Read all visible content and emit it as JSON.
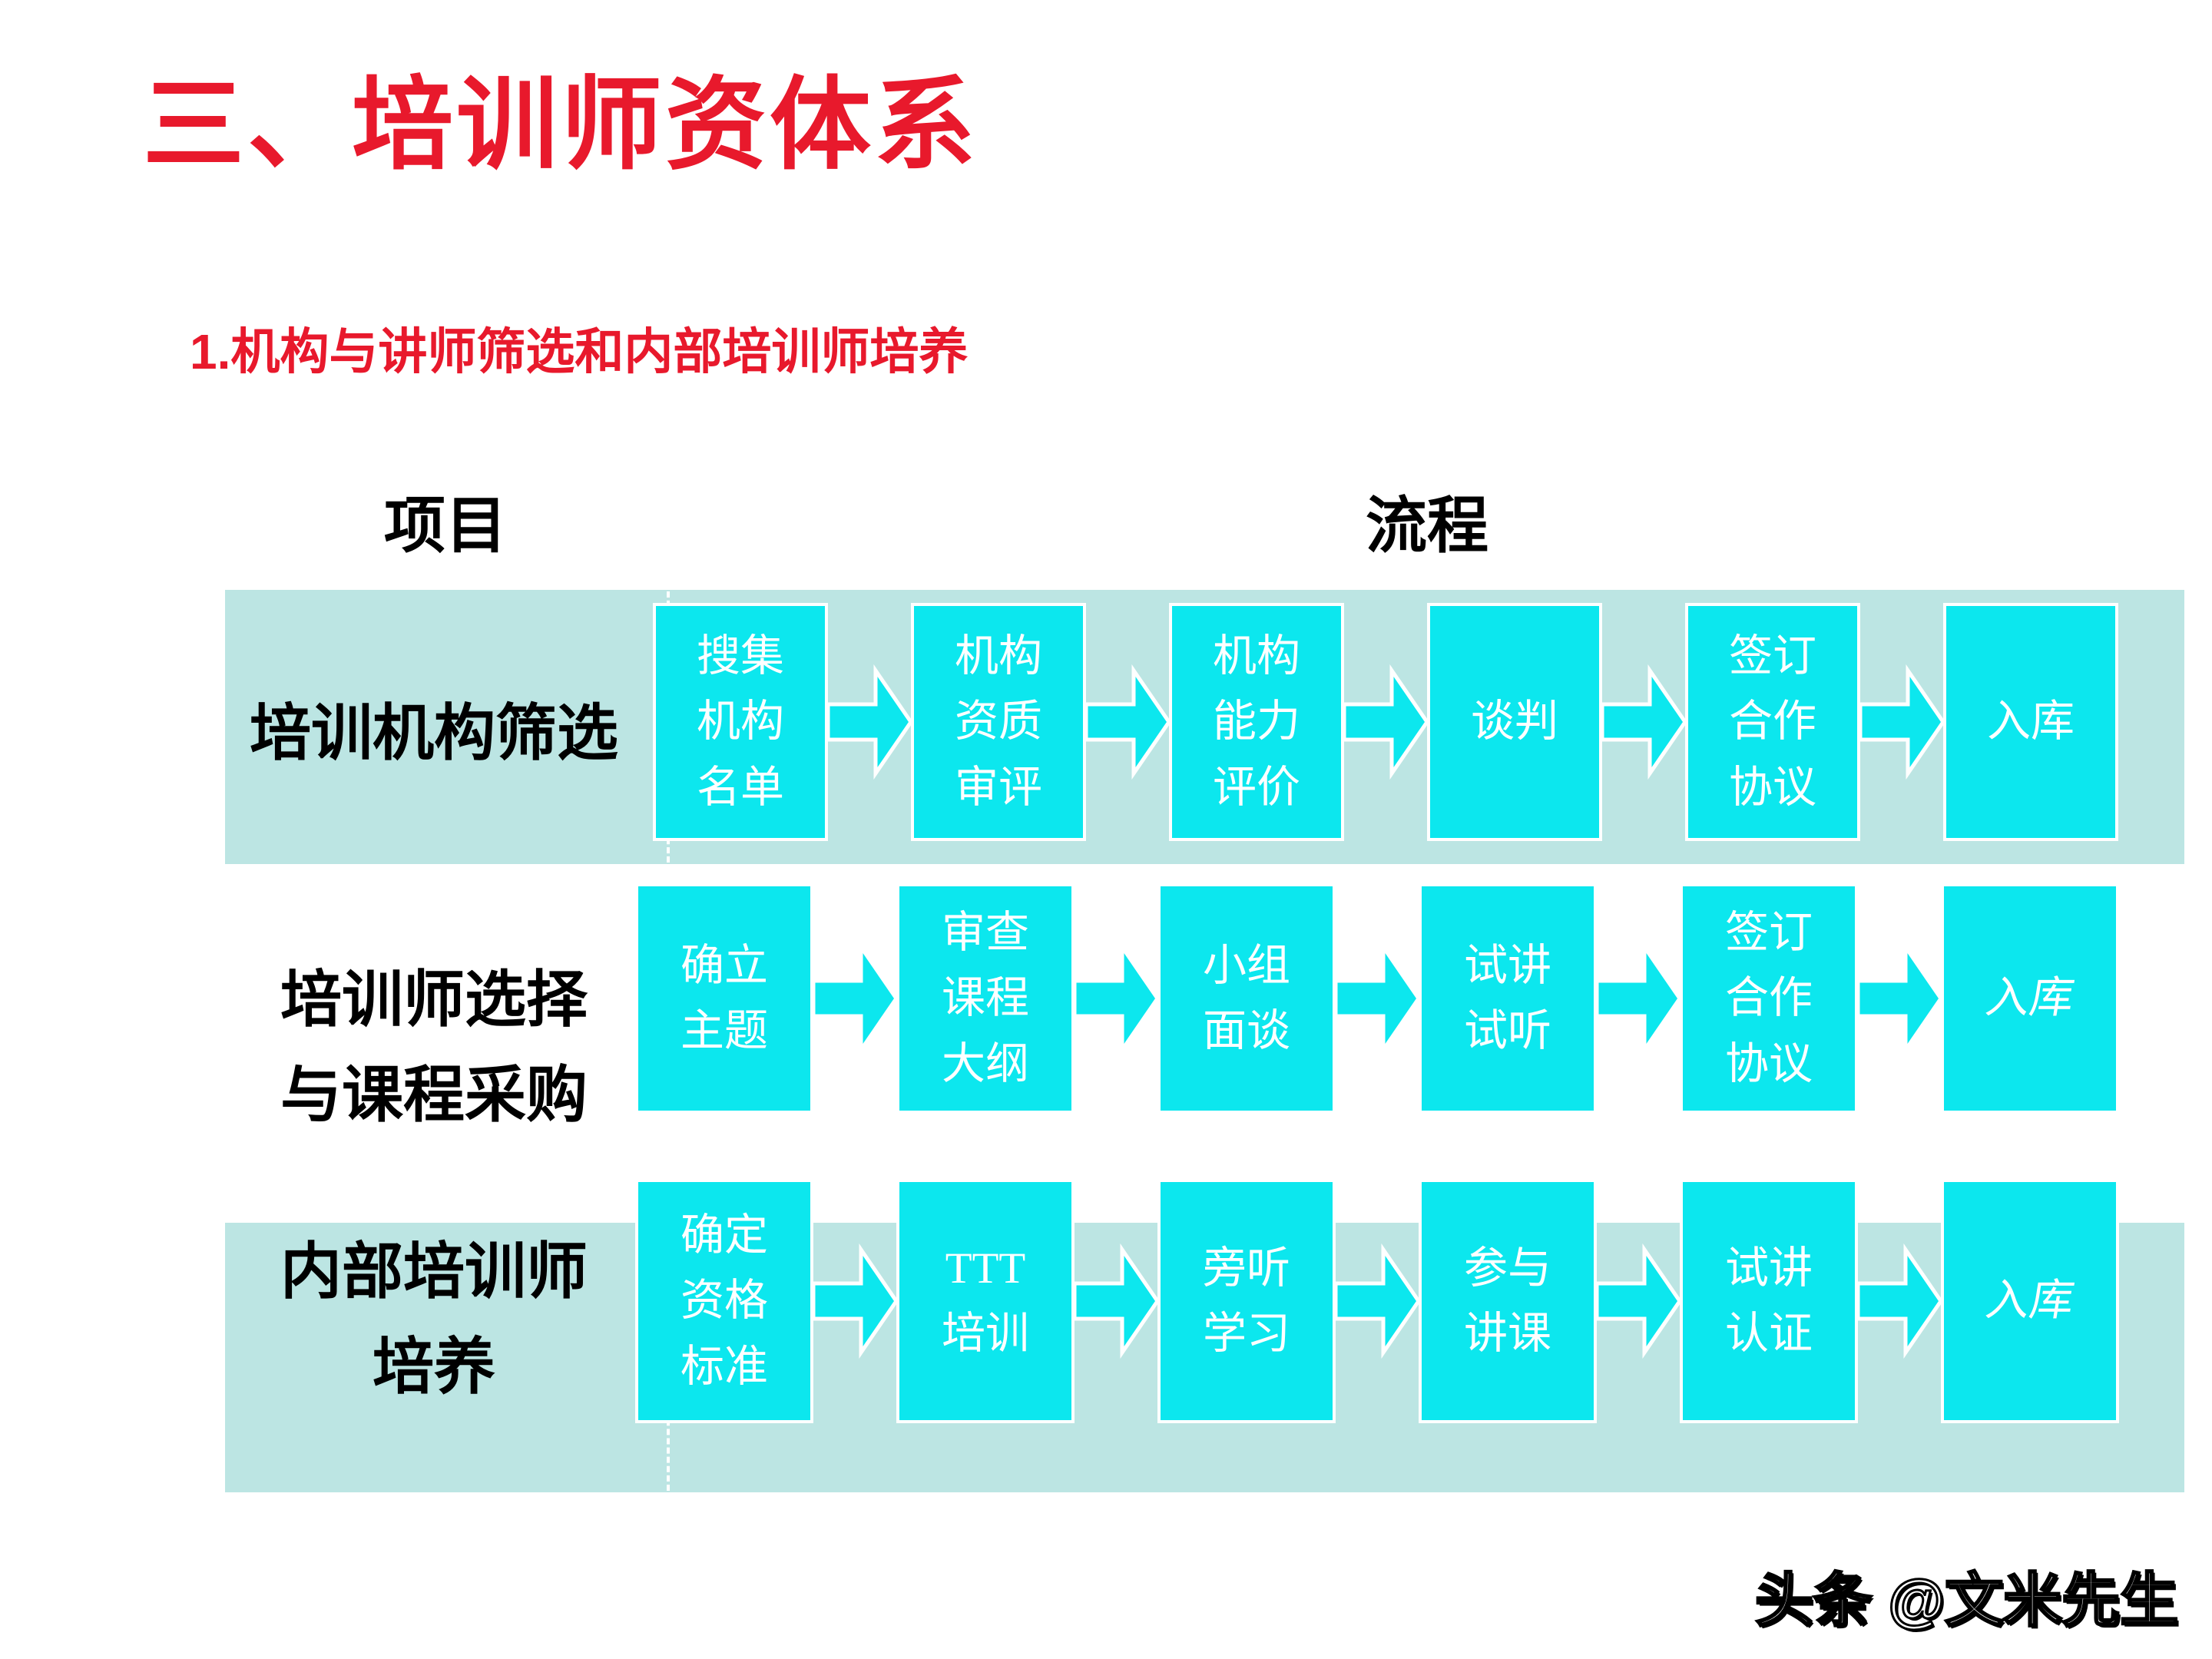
{
  "slide": {
    "title": "三、培训师资体系",
    "subtitle": "1.机构与讲师筛选和内部培训师培养",
    "watermark": "头条 @文米先生"
  },
  "columns": {
    "left_header": "项目",
    "right_header": "流程"
  },
  "colors": {
    "box_cyan": "#0ce7ee",
    "band_teal": "#bce5e3",
    "heading_red": "#e8192c",
    "box_text_white": "#ffffff",
    "label_black": "#000000"
  },
  "rows": [
    {
      "label": "培训机构筛选",
      "steps": [
        "搜集\n机构\n名单",
        "机构\n资质\n审评",
        "机构\n能力\n评价",
        "谈判",
        "签订\n合作\n协议",
        "入库"
      ]
    },
    {
      "label": "培训师选择\n与课程采购",
      "steps": [
        "确立\n主题",
        "审查\n课程\n大纲",
        "小组\n面谈",
        "试讲\n试听",
        "签订\n合作\n协议",
        "入库"
      ]
    },
    {
      "label": "内部培训师\n培养",
      "steps": [
        "确定\n资格\n标准",
        "TTT\n培训",
        "旁听\n学习",
        "参与\n讲课",
        "试讲\n认证",
        "入库"
      ]
    }
  ]
}
